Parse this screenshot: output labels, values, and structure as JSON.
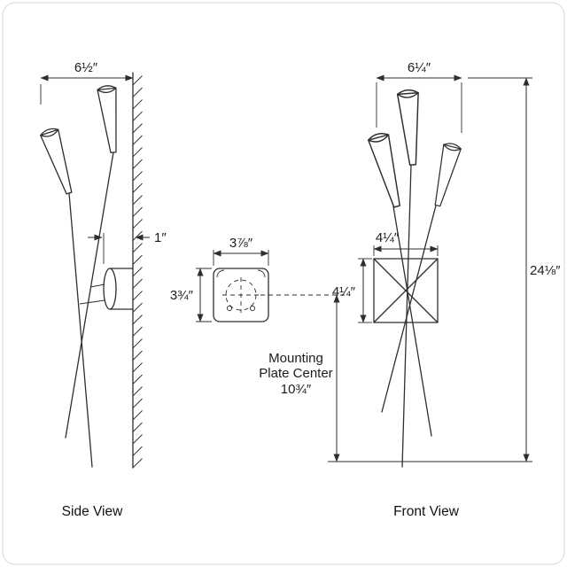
{
  "diagram": {
    "side_view": {
      "label": "Side View",
      "width_dim": "6½″",
      "depth_dim": "1″"
    },
    "mounting_plate": {
      "width_dim": "3⅞″",
      "height_dim": "3¾″",
      "center_note_line1": "Mounting",
      "center_note_line2": "Plate Center",
      "center_note_dim": "10¾″"
    },
    "front_view": {
      "label": "Front View",
      "width_dim": "6¼″",
      "plate_width_dim": "4¼″",
      "plate_height_dim": "4¼″",
      "height_dim": "24⅛″"
    },
    "colors": {
      "line": "#2e2e2e",
      "text": "#1c1c1c",
      "background": "#ffffff"
    }
  }
}
